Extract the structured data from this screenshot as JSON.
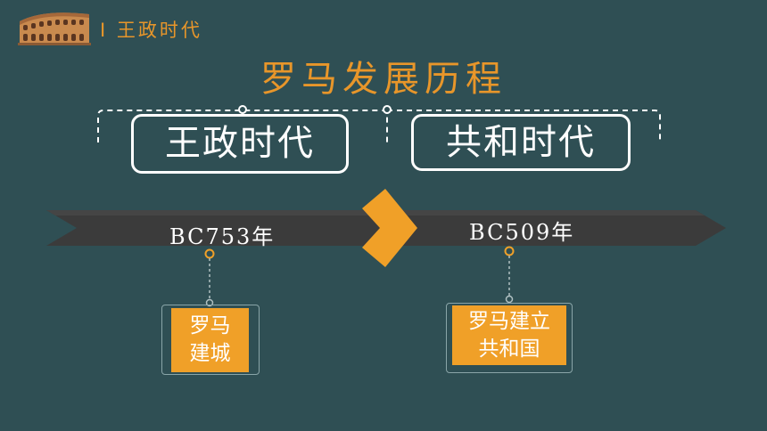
{
  "header": {
    "section_title": "Ⅰ 王政时代",
    "logo_icon": "colosseum-icon"
  },
  "main_title": "罗马发展历程",
  "eras": [
    {
      "label": "王政时代"
    },
    {
      "label": "共和时代"
    }
  ],
  "timeline": {
    "years": [
      "BC753年",
      "BC509年"
    ],
    "events": [
      {
        "lines": [
          "罗马",
          "建城"
        ]
      },
      {
        "lines": [
          "罗马建立",
          "共和国"
        ]
      }
    ]
  },
  "colors": {
    "background": "#2f4f54",
    "accent": "#e8962a",
    "event_fill": "#f0a028",
    "arrow_band": "#3b3b3b",
    "text_light": "#ffffff"
  }
}
